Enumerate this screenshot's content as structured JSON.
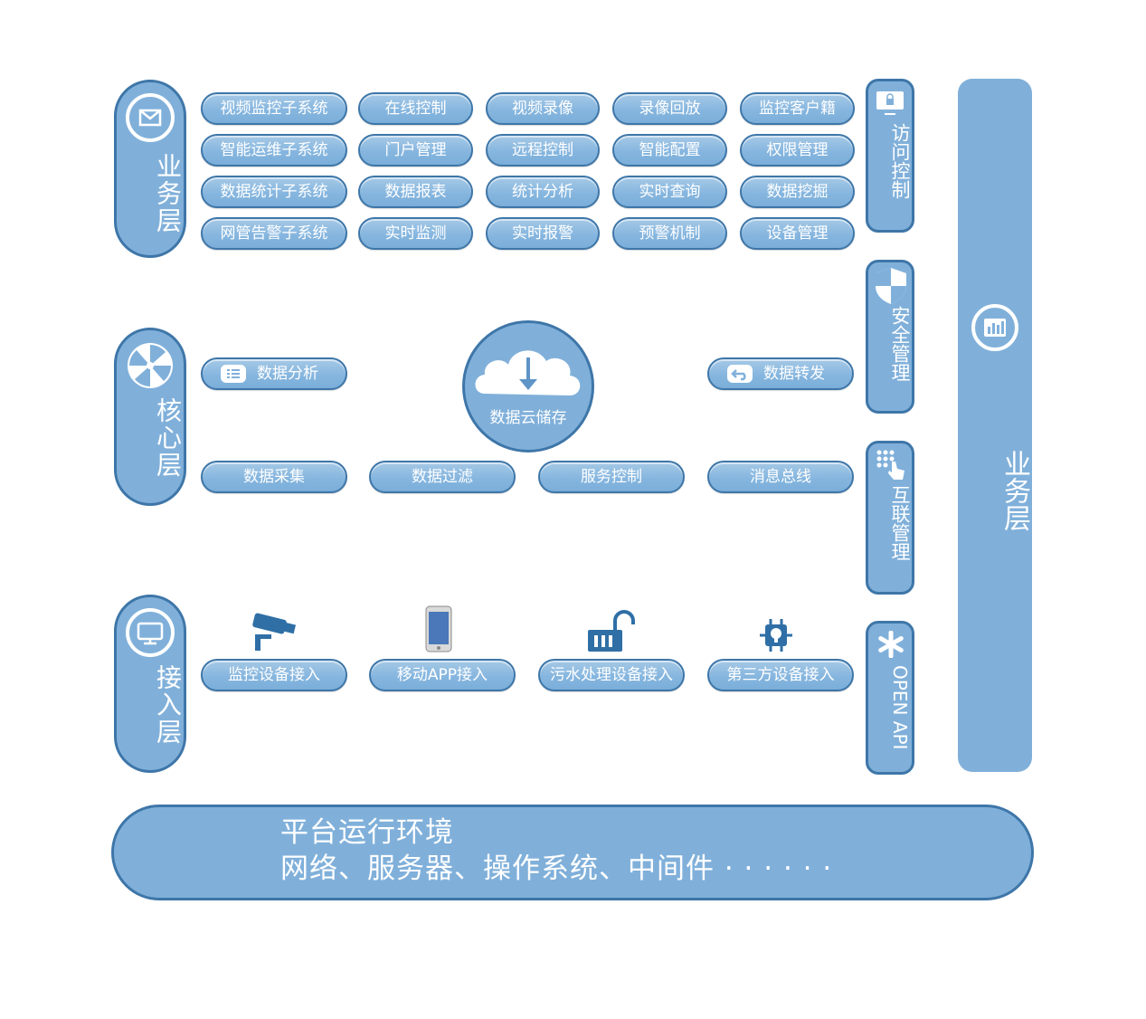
{
  "layers": {
    "business": "业务层",
    "core": "核心层",
    "access": "接入层"
  },
  "business_grid": [
    [
      "视频监控子系统",
      "在线控制",
      "视频录像",
      "录像回放",
      "监控客户籍"
    ],
    [
      "智能运维子系统",
      "门户管理",
      "远程控制",
      "智能配置",
      "权限管理"
    ],
    [
      "数据统计子系统",
      "数据报表",
      "统计分析",
      "实时查询",
      "数据挖掘"
    ],
    [
      "网管告警子系统",
      "实时监测",
      "实时报警",
      "预警机制",
      "设备管理"
    ]
  ],
  "core": {
    "analysis": "数据分析",
    "forward": "数据转发",
    "cloud": "数据云储存",
    "row": [
      "数据采集",
      "数据过滤",
      "服务控制",
      "消息总线"
    ]
  },
  "access": [
    "监控设备接入",
    "移动APP接入",
    "污水处理设备接入",
    "第三方设备接入"
  ],
  "side": {
    "access_control": "访问控制",
    "security": "安全管理",
    "interconnect": "互联管理",
    "open_api": "OPEN API"
  },
  "right_tall": "业务层",
  "platform": {
    "line1": "平台运行环境",
    "line2": "网络、服务器、操作系统、中间件 · · · · · ·"
  },
  "colors": {
    "fill": "#80b0da",
    "border": "#3e76a8",
    "text": "#ffffff"
  }
}
